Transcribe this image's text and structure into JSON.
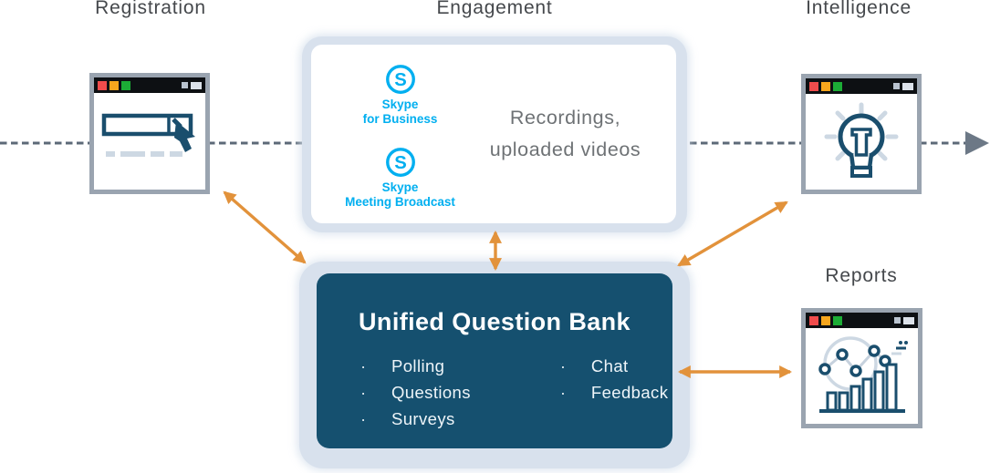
{
  "stages": {
    "registration": {
      "label": "Registration",
      "icon": "form-with-cursor-icon"
    },
    "engagement": {
      "label": "Engagement",
      "apps": [
        {
          "logo_letter": "S",
          "line1": "Skype",
          "line2": "for Business",
          "icon": "skype-icon"
        },
        {
          "logo_letter": "S",
          "line1": "Skype",
          "line2": "Meeting Broadcast",
          "icon": "skype-icon"
        }
      ],
      "description_line1": "Recordings,",
      "description_line2": "uploaded videos"
    },
    "intelligence": {
      "label": "Intelligence",
      "icon": "lightbulb-icon"
    },
    "reports": {
      "label": "Reports",
      "icon": "bar-chart-icon"
    }
  },
  "question_bank": {
    "title": "Unified Question Bank",
    "bullet_char": "·",
    "left_items": [
      "Polling",
      "Questions",
      "Surveys"
    ],
    "right_items": [
      "Chat",
      "Feedback"
    ]
  },
  "colors": {
    "skype_blue": "#00aff0",
    "dark_blue": "#1a4e6d",
    "question_bank_bg": "#15506f",
    "arrow_orange": "#e2923b",
    "flow_dash_gray": "#5c6977",
    "flow_arrowhead_gray": "#6c7886",
    "window_border_gray": "#9aa4b0",
    "titlebar_black": "#0d1013",
    "halo_blue_gray": "#d8e1ed",
    "light_icon_gray": "#cdd8e3",
    "label_gray": "#45484c",
    "traffic_red": "#f04c4c",
    "traffic_amber": "#f7a61d",
    "traffic_green": "#1cad36"
  }
}
